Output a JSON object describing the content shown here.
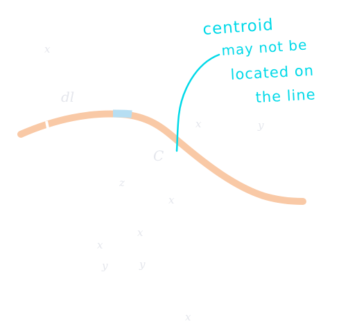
{
  "annotation": {
    "lines": [
      "centroid",
      "may not be",
      "located on",
      "the line"
    ],
    "color": "#00d9e8"
  },
  "curve": {
    "color": "#f9c9a6",
    "highlight_color": "#b6def2"
  },
  "faint_labels": [
    "x",
    "dl",
    "x",
    "y",
    "C",
    "z",
    "x",
    "x",
    "x",
    "y",
    "y",
    "x"
  ],
  "faint_color": "#e4e6ec"
}
